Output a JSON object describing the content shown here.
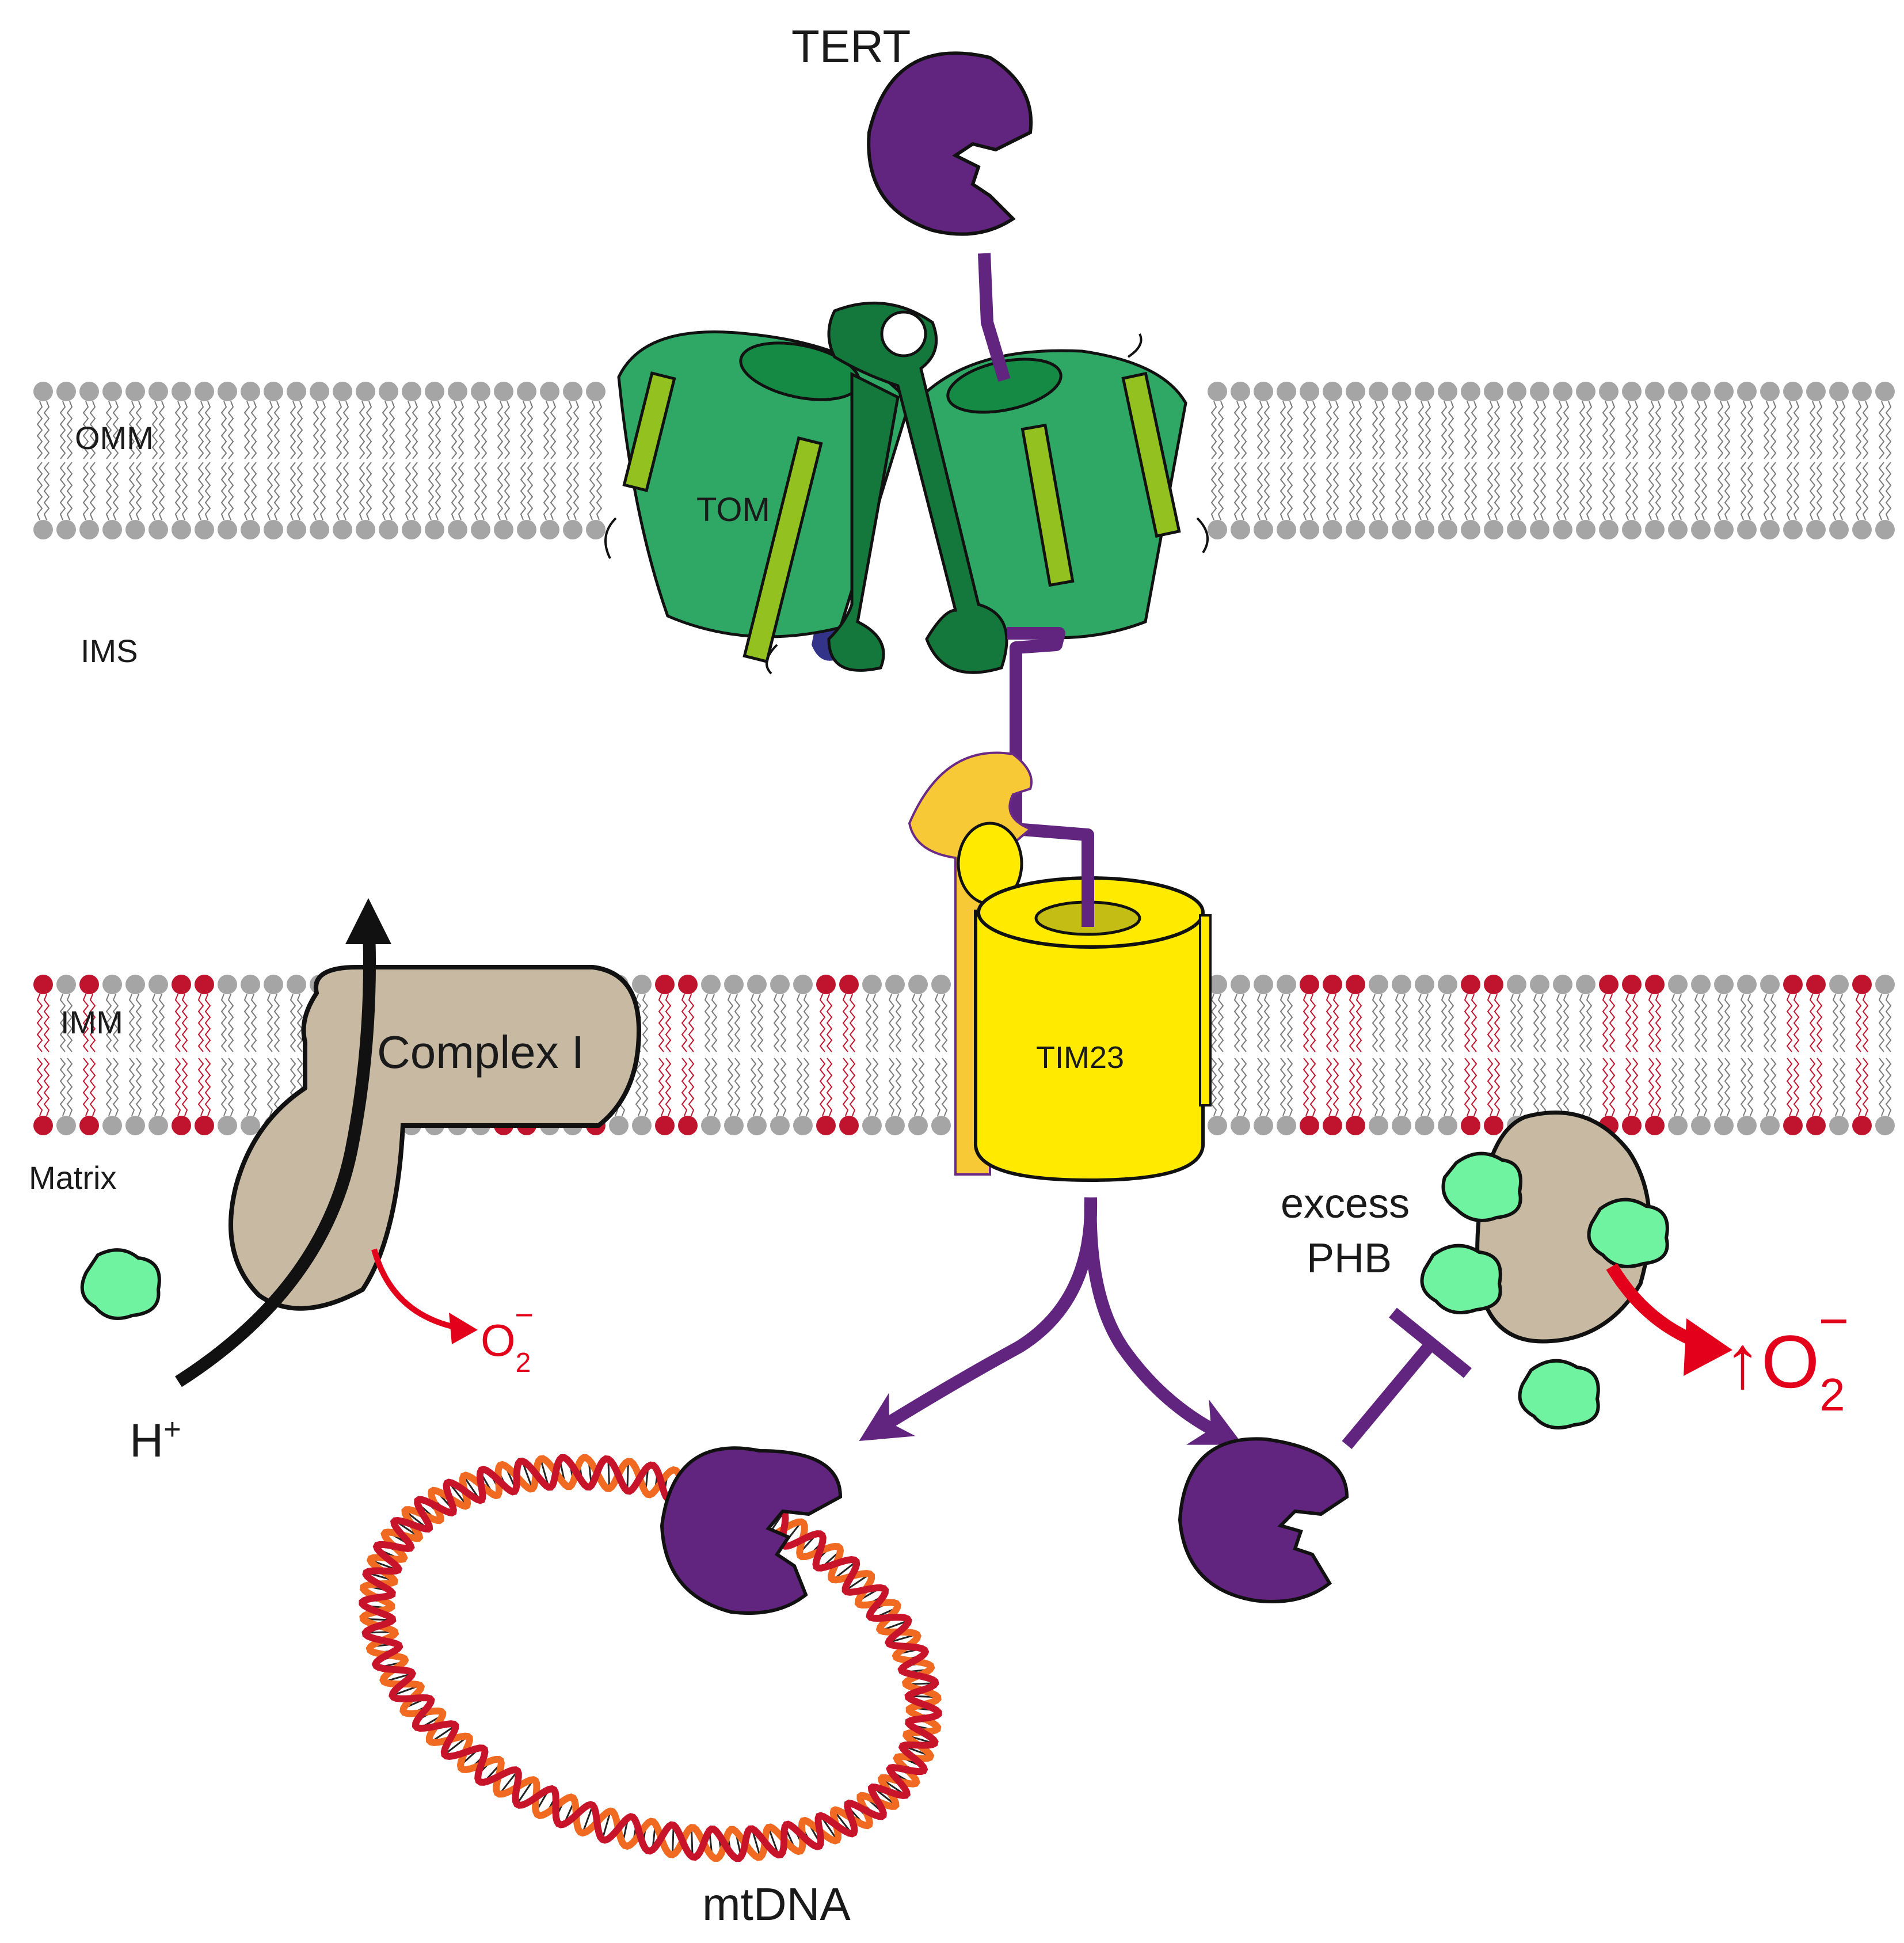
{
  "labels": {
    "tert": "TERT",
    "omm": "OMM",
    "tom": "TOM",
    "ims": "IMS",
    "imm": "IMM",
    "tim23": "TIM23",
    "complex_i": "Complex I",
    "matrix": "Matrix",
    "excess": "excess",
    "phb": "PHB",
    "o2_left": "O",
    "o2_right": "O",
    "o2_subscript": "2",
    "o2_superscript": "−",
    "up_arrow": "↑",
    "h_plus": "H",
    "h_plus_superscript": "+",
    "mtdna": "mtDNA"
  },
  "colors": {
    "tert_purple": "#62257f",
    "tom_green": "#2fa866",
    "tom_dark_green": "#14783c",
    "tom_light_band": "#93c11f",
    "tim23_yellow": "#ffea00",
    "tim_subunit_yellow": "#f7c936",
    "complex_tan": "#c7b9a2",
    "phb_green": "#6ff3a0",
    "arrow_red": "#e3001b",
    "lipid_gray": "#a5a5a5",
    "lipid_red": "#c0142e",
    "dna_orange": "#f06a22",
    "dna_red": "#c7142a"
  }
}
